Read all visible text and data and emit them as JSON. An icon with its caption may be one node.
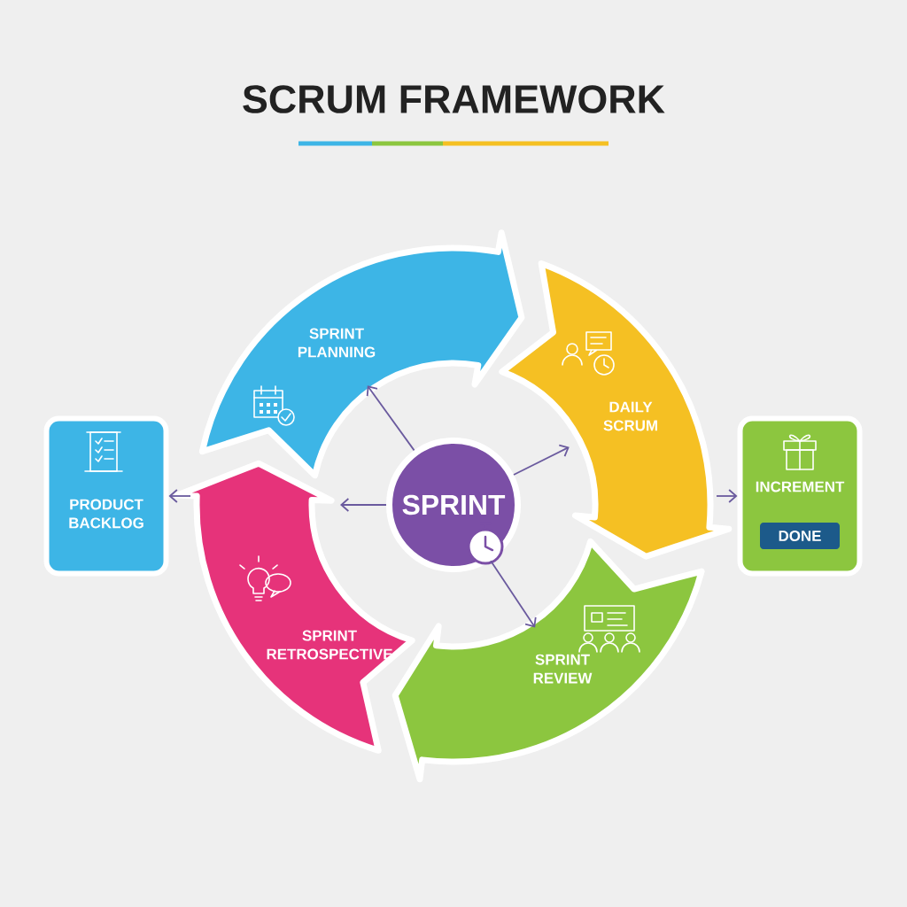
{
  "diagram": {
    "title": "SCRUM FRAMEWORK",
    "nodes": [
      {
        "text": [
          "SPRINT PLANNING"
        ]
      },
      {
        "text": [
          "DAILY SCRUM"
        ]
      },
      {
        "text": [
          "PRODUCT BACKLOG"
        ]
      },
      {
        "text": [
          "SPRINT"
        ]
      },
      {
        "text": [
          "INCREMENT"
        ]
      },
      {
        "text": [
          "DONE"
        ],
        "in": 4
      },
      {
        "text": [
          "SPRINT RETROSPECTIVE"
        ]
      },
      {
        "text": [
          "SPRINT REVIEW"
        ]
      }
    ],
    "edges": [
      {
        "from": 3,
        "to": 0,
        "arrow": "to"
      },
      {
        "from": 3,
        "to": 1,
        "arrow": "to"
      },
      {
        "from": 3,
        "to": 7,
        "arrow": "to"
      },
      {
        "from": 3,
        "to": null,
        "arrow": "to"
      },
      {
        "from": 6,
        "to": 2,
        "arrow": "to"
      },
      {
        "from": 1,
        "to": 4,
        "arrow": "to"
      }
    ]
  }
}
